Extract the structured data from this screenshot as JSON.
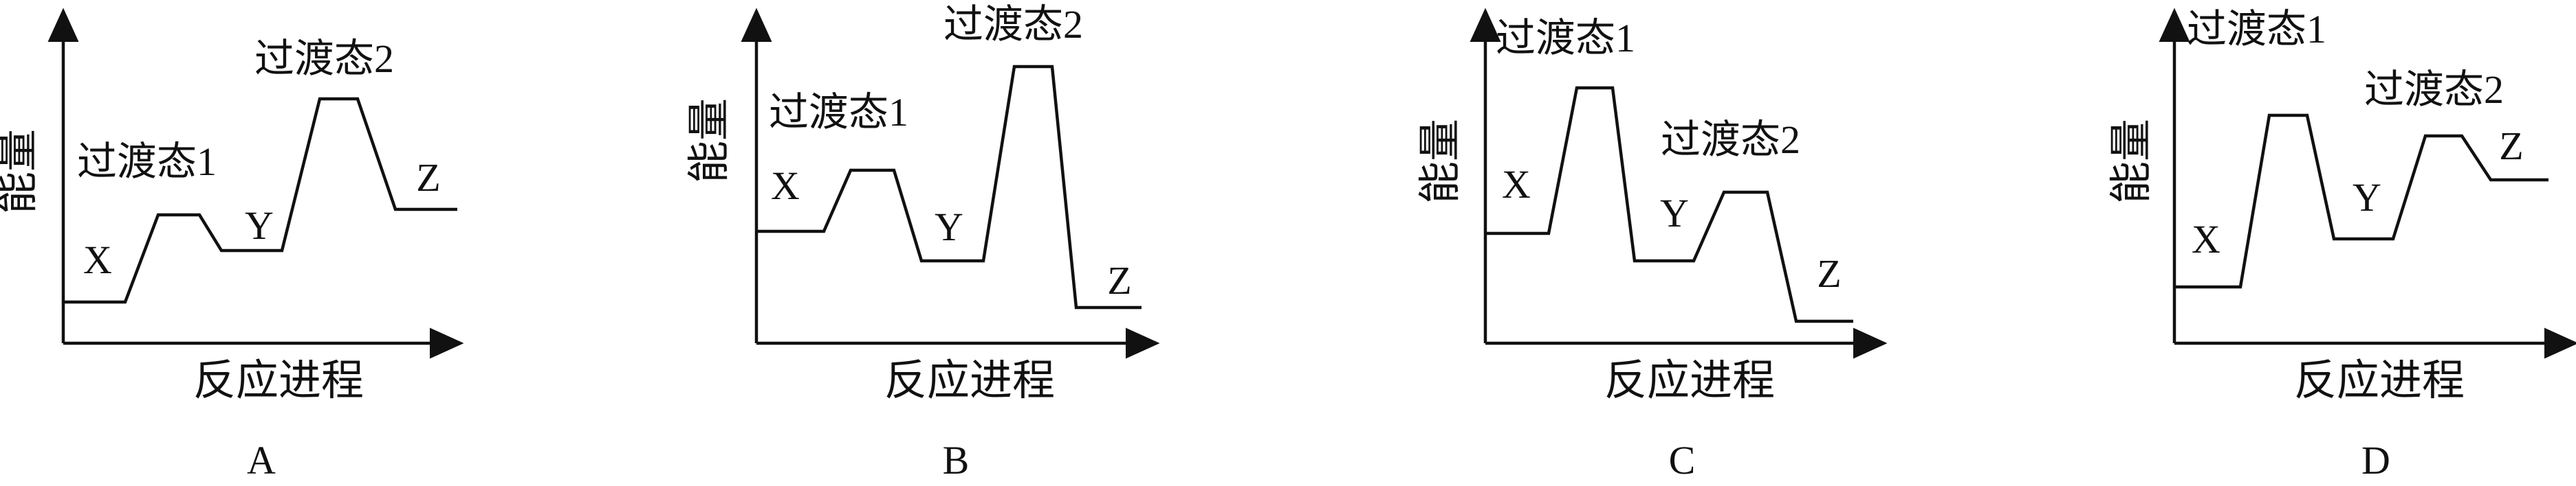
{
  "panels": [
    {
      "id": "A",
      "caption": "A",
      "y_axis_label": "能量",
      "x_axis_label": "反应进程",
      "labels": {
        "reactant": "X",
        "intermediate": "Y",
        "product": "Z",
        "transition_state_1": "过渡态1",
        "transition_state_2": "过渡态2"
      }
    },
    {
      "id": "B",
      "caption": "B",
      "y_axis_label": "能量",
      "x_axis_label": "反应进程",
      "labels": {
        "reactant": "X",
        "intermediate": "Y",
        "product": "Z",
        "transition_state_1": "过渡态1",
        "transition_state_2": "过渡态2"
      }
    },
    {
      "id": "C",
      "caption": "C",
      "y_axis_label": "能量",
      "x_axis_label": "反应进程",
      "labels": {
        "reactant": "X",
        "intermediate": "Y",
        "product": "Z",
        "transition_state_1": "过渡态1",
        "transition_state_2": "过渡态2"
      }
    },
    {
      "id": "D",
      "caption": "D",
      "y_axis_label": "能量",
      "x_axis_label": "反应进程",
      "labels": {
        "reactant": "X",
        "intermediate": "Y",
        "product": "Z",
        "transition_state_1": "过渡态1",
        "transition_state_2": "过渡态2"
      }
    }
  ],
  "colors": {
    "line": "#111111",
    "background": "#ffffff"
  }
}
